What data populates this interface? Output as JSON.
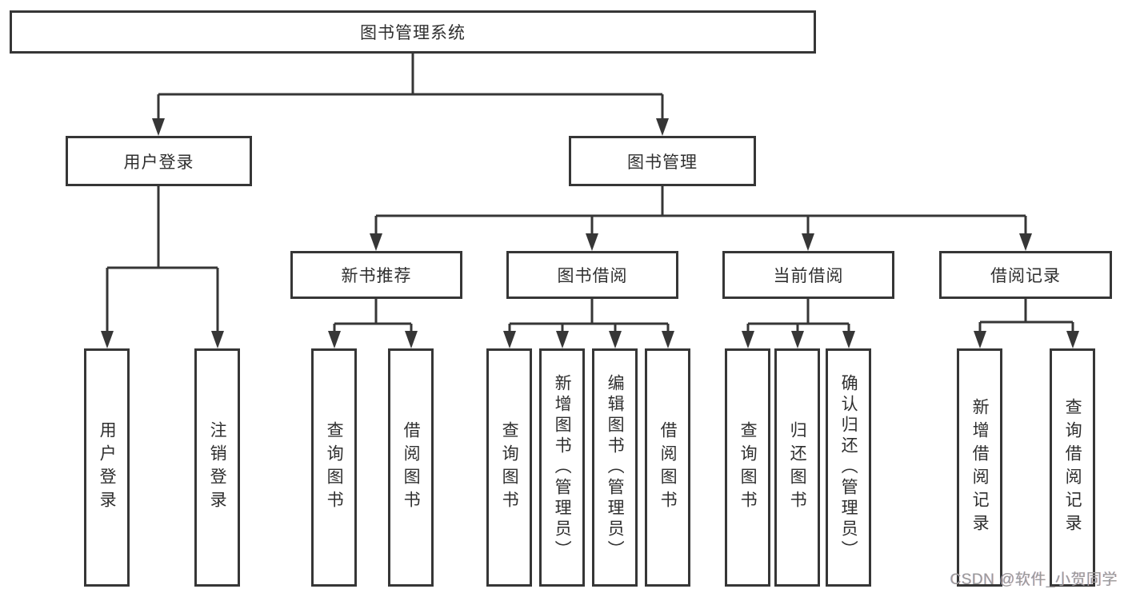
{
  "diagram": {
    "title_node": "图书管理系统",
    "tree": {
      "label": "图书管理系统",
      "children": [
        {
          "label": "用户登录",
          "children": [
            {
              "label": "用户登录"
            },
            {
              "label": "注销登录"
            }
          ]
        },
        {
          "label": "图书管理",
          "children": [
            {
              "label": "新书推荐",
              "children": [
                {
                  "label": "查询图书"
                },
                {
                  "label": "借阅图书"
                }
              ]
            },
            {
              "label": "图书借阅",
              "children": [
                {
                  "label": "查询图书"
                },
                {
                  "label": "新增图书（管理员）"
                },
                {
                  "label": "编辑图书（管理员）"
                },
                {
                  "label": "借阅图书"
                }
              ]
            },
            {
              "label": "当前借阅",
              "children": [
                {
                  "label": "查询图书"
                },
                {
                  "label": "归还图书"
                },
                {
                  "label": "确认归还（管理员）"
                }
              ]
            },
            {
              "label": "借阅记录",
              "children": [
                {
                  "label": "新增借阅记录"
                },
                {
                  "label": "查询借阅记录"
                }
              ]
            }
          ]
        }
      ]
    },
    "colors": {
      "line": "#363636",
      "text": "#2f2f2f",
      "background": "#ffffff",
      "watermark": "#9b9b9b"
    }
  },
  "watermark": {
    "text": "CSDN @软件_小贺同学"
  }
}
